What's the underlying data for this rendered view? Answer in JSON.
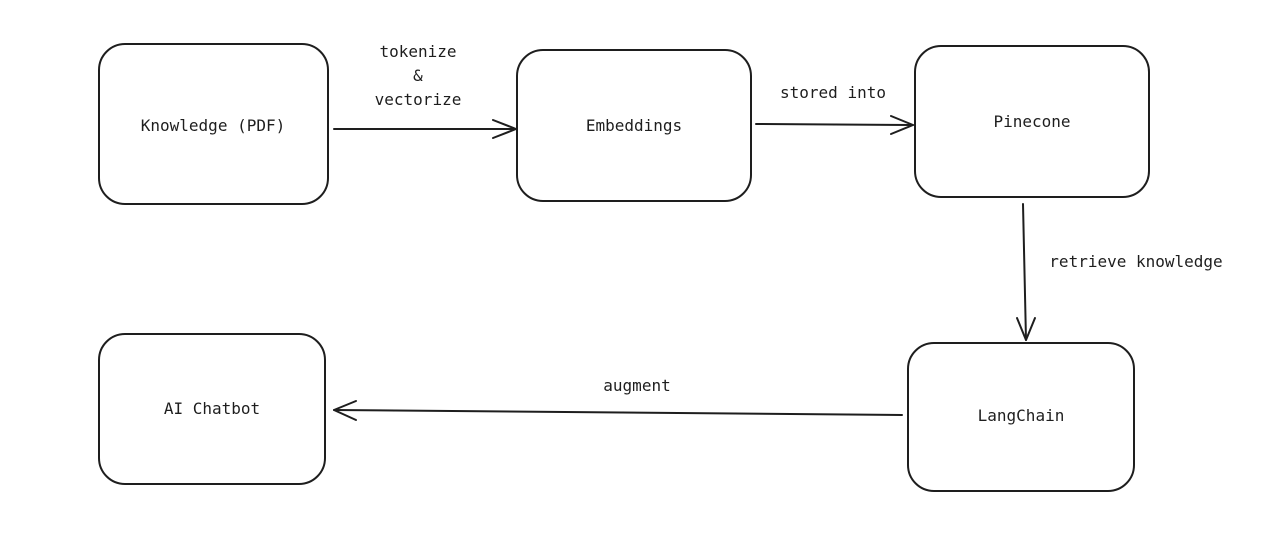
{
  "diagram": {
    "nodes": {
      "knowledge": "Knowledge (PDF)",
      "embeddings": "Embeddings",
      "pinecone": "Pinecone",
      "langchain": "LangChain",
      "chatbot": "AI Chatbot"
    },
    "edges": {
      "tokenize_line1": "tokenize",
      "tokenize_line2": "&",
      "tokenize_line3": "vectorize",
      "stored_into": "stored into",
      "retrieve_knowledge": "retrieve knowledge",
      "augment": "augment"
    }
  }
}
